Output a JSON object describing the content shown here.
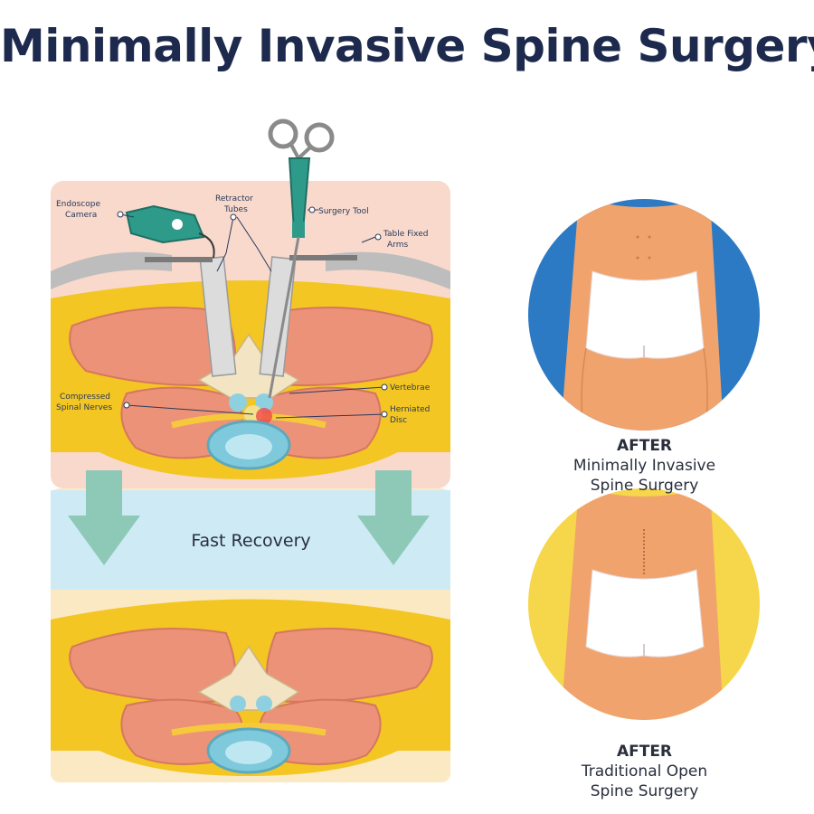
{
  "title": "Minimally Invasive Spine Surgery",
  "diagram": {
    "labels": {
      "endoscope_camera": [
        "Endoscope",
        "Camera"
      ],
      "retractor_tubes": [
        "Retractor",
        "Tubes"
      ],
      "surgery_tool": "Surgery Tool",
      "table_fixed_arm": [
        "Table Fixed",
        "Arms"
      ],
      "compressed_spinal_nerves": [
        "Compressed",
        "Spinal Nerves"
      ],
      "vertebrae": "Vertebrae",
      "herniated_disc": [
        "Herniated",
        "Disc"
      ]
    },
    "fast_recovery": "Fast Recovery"
  },
  "after_mis": {
    "line1": "AFTER",
    "line2": "Minimally Invasive",
    "line3": "Spine Surgery"
  },
  "after_open": {
    "line1": "AFTER",
    "line2": "Traditional Open",
    "line3": "Spine Surgery"
  },
  "colors": {
    "title": "#1d2a4d",
    "top_bg": "#f8d9cc",
    "mid_bg": "#cdeaf5",
    "fat": "#f3c623",
    "muscle": "#ec9278",
    "skin": "#f1a36d",
    "blue_circle": "#2c79c4",
    "yellow_circle": "#f6d64a",
    "tool": "#2e9a8a"
  }
}
